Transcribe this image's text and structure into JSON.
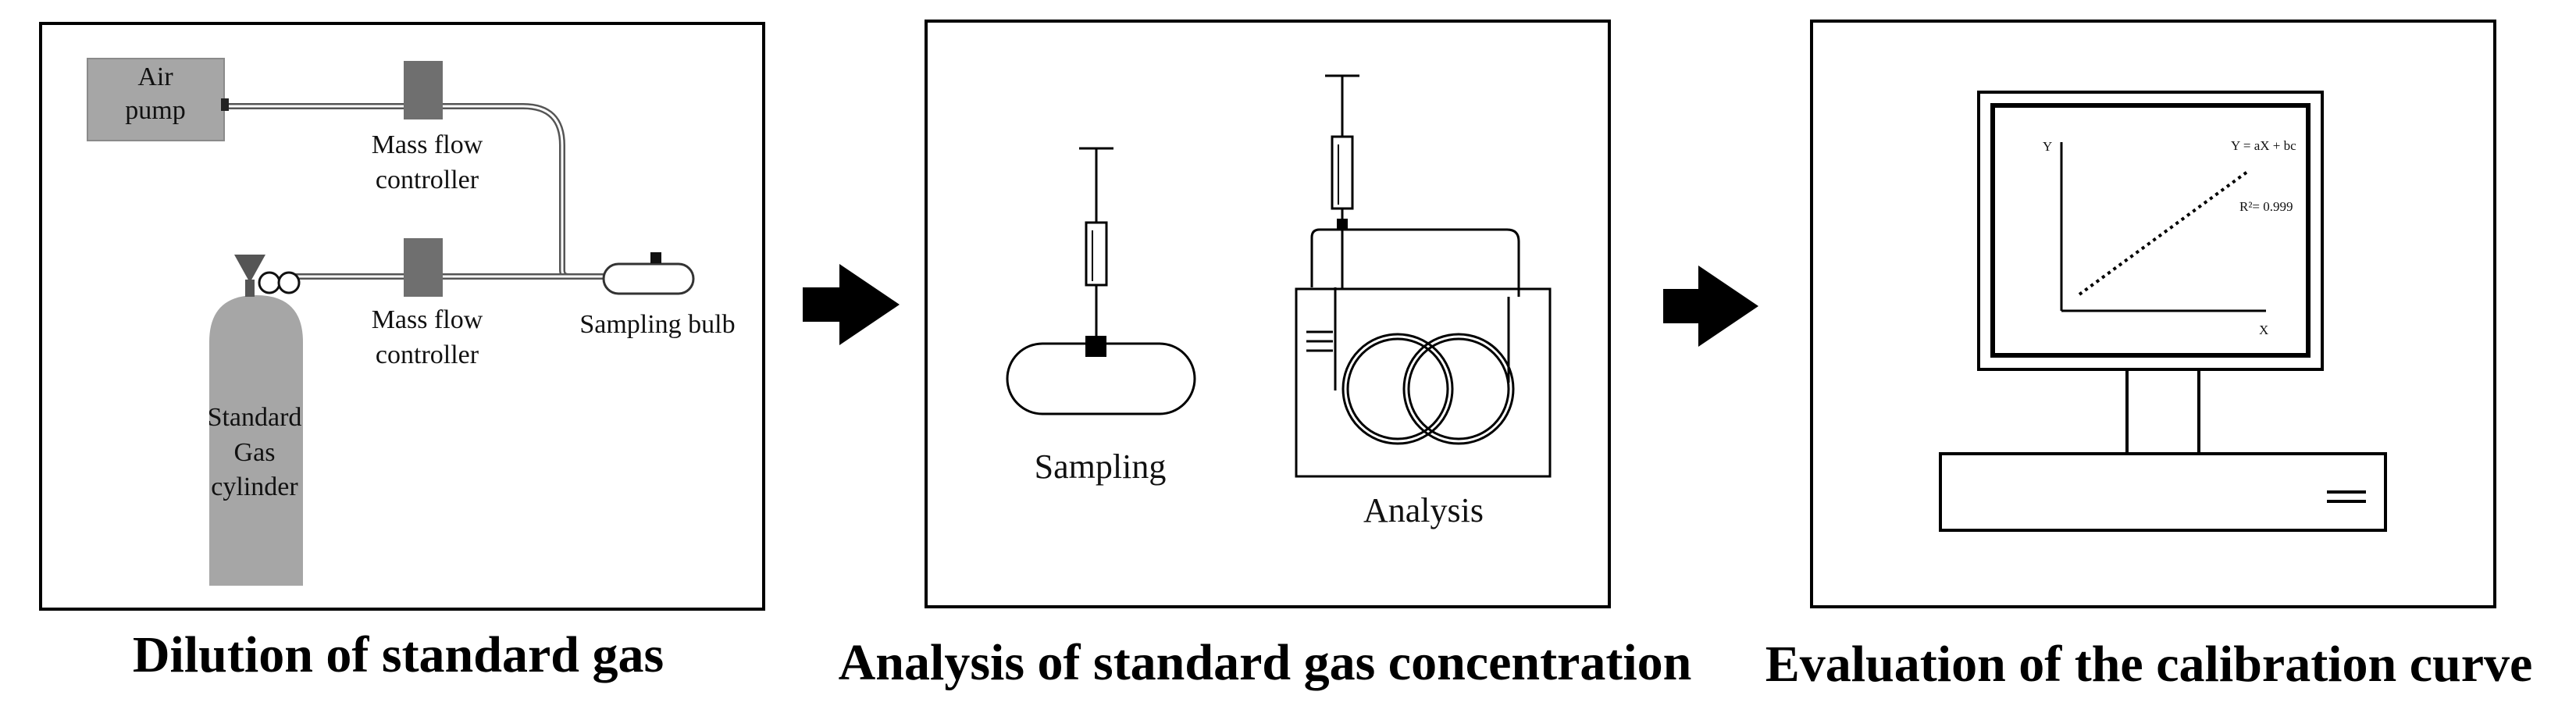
{
  "panels": [
    {
      "caption": "Dilution of standard gas",
      "labels": {
        "air_pump": [
          "Air",
          "pump"
        ],
        "mfc_top": [
          "Mass flow",
          "controller"
        ],
        "mfc_bottom": [
          "Mass flow",
          "controller"
        ],
        "sampling_bulb": "Sampling bulb",
        "cylinder": [
          "Standard",
          "Gas",
          "cylinder"
        ]
      }
    },
    {
      "caption": "Analysis of standard gas concentration",
      "labels": {
        "sampling": "Sampling",
        "analysis": "Analysis"
      }
    },
    {
      "caption": "Evaluation of the calibration curve",
      "plot": {
        "ylabel": "Y",
        "xlabel": "X",
        "equation": "Y = aX + bc",
        "r2": "R²= 0.999"
      }
    }
  ],
  "colors": {
    "equipment_gray": "#a6a6a6",
    "dark_gray": "#6f6f6f",
    "ink": "#000000"
  }
}
